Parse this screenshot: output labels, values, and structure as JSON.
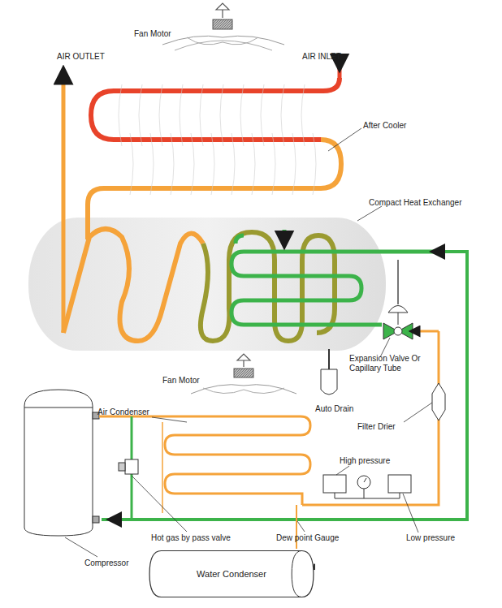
{
  "diagram": {
    "nodes": [
      {
        "text": [
          "Water Condenser"
        ]
      }
    ],
    "labels": [
      "Fan Motor",
      "AIR OUTLET",
      "AIR INLET",
      "After Cooler",
      "Compact Heat Exchanger",
      "Expansion Valve Or Capillary Tube",
      "Auto Drain",
      "Filter Drier",
      "Fan Motor",
      "Air Condenser",
      "High pressure",
      "Low pressure",
      "Hot gas by pass valve",
      "Dew point Gauge",
      "Compressor"
    ]
  }
}
